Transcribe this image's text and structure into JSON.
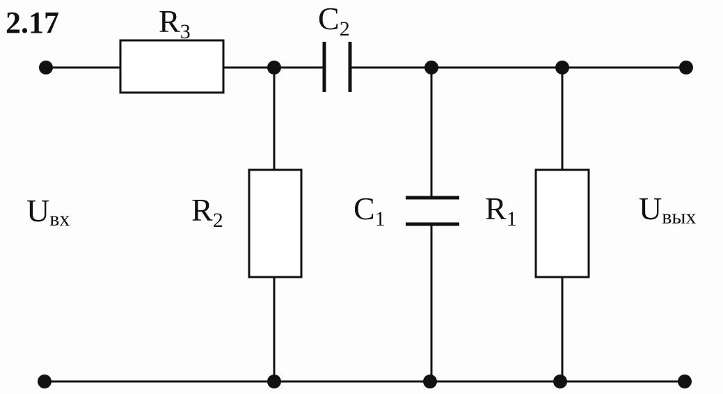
{
  "figure_number": "2.17",
  "components": {
    "R3": {
      "letter": "R",
      "sub": "3"
    },
    "C2": {
      "letter": "C",
      "sub": "2"
    },
    "R2": {
      "letter": "R",
      "sub": "2"
    },
    "C1": {
      "letter": "C",
      "sub": "1"
    },
    "R1": {
      "letter": "R",
      "sub": "1"
    }
  },
  "input_label": {
    "letter": "U",
    "sub": "вх"
  },
  "output_label": {
    "letter": "U",
    "sub": "вых"
  }
}
